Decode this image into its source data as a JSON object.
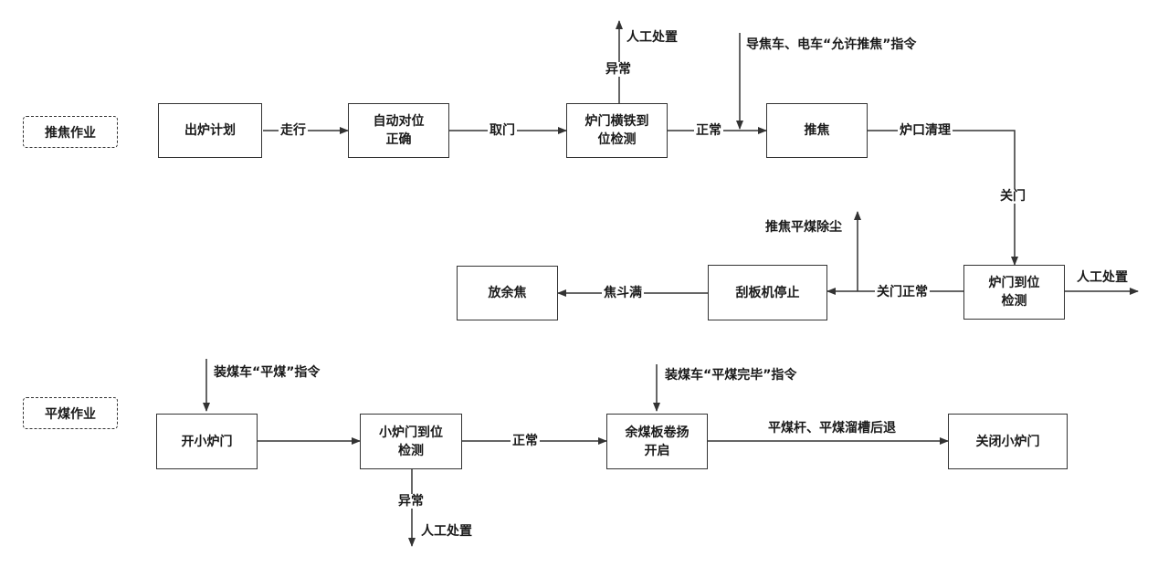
{
  "tags": {
    "push": "推焦作业",
    "level": "平煤作业"
  },
  "push": {
    "plan": "出炉计划",
    "align_l1": "自动对位",
    "align_l2": "正确",
    "bar_l1": "炉门横铁到",
    "bar_l2": "位检测",
    "push": "推焦",
    "door_l1": "炉门到位",
    "door_l2": "检测",
    "scraper": "刮板机停止",
    "release": "放余焦",
    "lbl_walk": "走行",
    "lbl_take_door": "取门",
    "lbl_normal": "正常",
    "lbl_abnormal": "异常",
    "lbl_manual": "人工处置",
    "lbl_command": "导焦车、电车“允许推焦”指令",
    "lbl_clean": "炉口清理",
    "lbl_close": "关门",
    "lbl_dust": "推焦平煤除尘",
    "lbl_close_ok": "关门正常",
    "lbl_manual2": "人工处置",
    "lbl_hopper": "焦斗满"
  },
  "level": {
    "open": "开小炉门",
    "small_l1": "小炉门到位",
    "small_l2": "检测",
    "plate_l1": "余煤板卷扬",
    "plate_l2": "开启",
    "close": "关闭小炉门",
    "lbl_cmd1": "装煤车“平煤”指令",
    "lbl_cmd2": "装煤车“平煤完毕”指令",
    "lbl_normal": "正常",
    "lbl_retreat": "平煤杆、平煤溜槽后退",
    "lbl_abnormal": "异常",
    "lbl_manual": "人工处置"
  }
}
